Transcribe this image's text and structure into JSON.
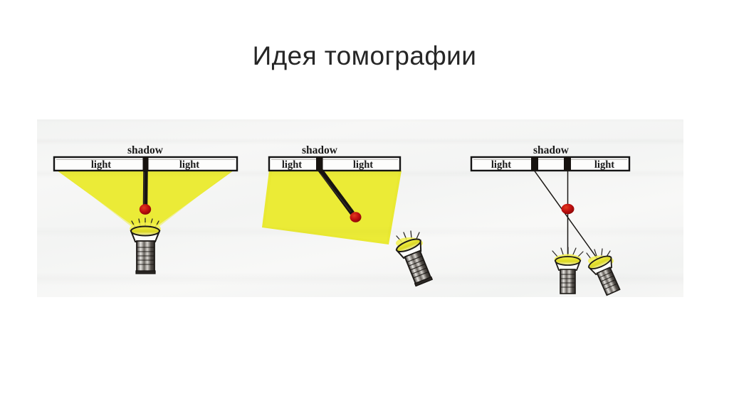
{
  "slide": {
    "title": "Идея томографии",
    "background_color": "#ffffff",
    "title_color": "#262626"
  },
  "figure": {
    "name": "tomography-idea-illustration",
    "description": "Scanned illustration: three panels showing a flashlight casting a shadow of a small round object onto a screen strip labeled light / shadow / light",
    "scan_background_color": "#f4f5f4",
    "light_beam_color": "#e8e82a",
    "object_color": "#c41414",
    "shadow_color": "#171310",
    "panels": [
      {
        "id": "panel-1",
        "caption_shadow": "shadow",
        "caption_light_left": "light",
        "caption_light_right": "light",
        "flashlight_count": 1,
        "shadow_marks": 1,
        "shadow_orientation": "vertical"
      },
      {
        "id": "panel-2",
        "caption_shadow": "shadow",
        "caption_light_left": "light",
        "caption_light_right": "light",
        "flashlight_count": 1,
        "shadow_marks": 1,
        "shadow_orientation": "tilted"
      },
      {
        "id": "panel-3",
        "caption_shadow": "shadow",
        "caption_light_left": "light",
        "caption_light_right": "light",
        "flashlight_count": 2,
        "shadow_marks": 2,
        "shadow_orientation": "two-rays"
      }
    ]
  }
}
